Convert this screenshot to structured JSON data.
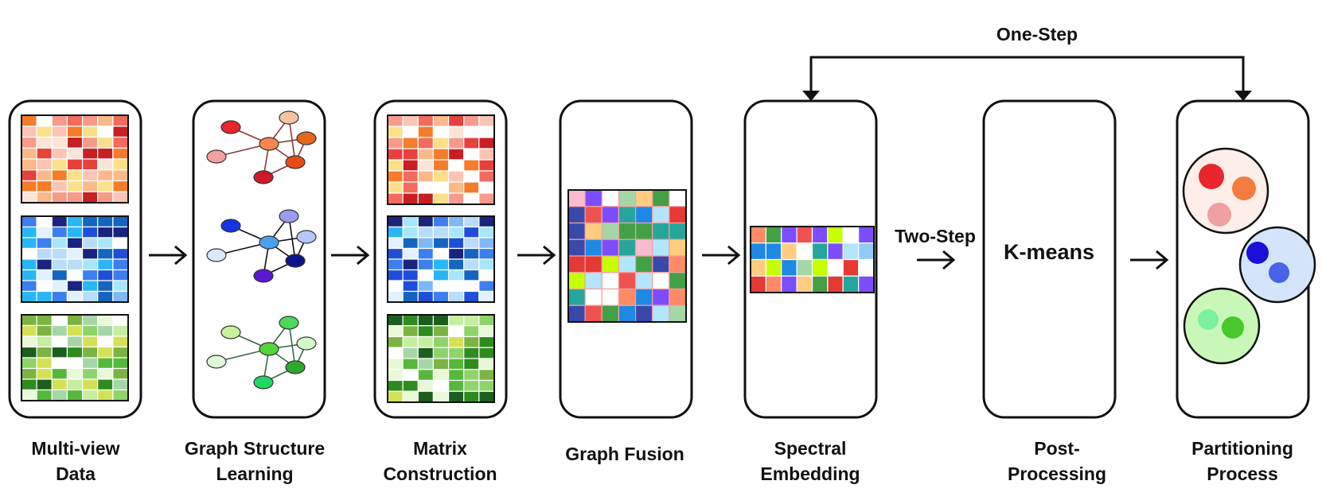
{
  "stages": [
    {
      "id": "multi-view-data",
      "lines": [
        "Multi-view",
        "Data"
      ]
    },
    {
      "id": "graph-structure-learning",
      "lines": [
        "Graph Structure",
        "Learning"
      ]
    },
    {
      "id": "matrix-construction",
      "lines": [
        "Matrix",
        "Construction"
      ]
    },
    {
      "id": "graph-fusion",
      "lines": [
        "Graph Fusion"
      ]
    },
    {
      "id": "spectral-embedding",
      "lines": [
        "Spectral",
        "Embedding"
      ]
    },
    {
      "id": "post-processing",
      "lines": [
        "Post-",
        "Processing"
      ]
    },
    {
      "id": "partitioning-process",
      "lines": [
        "Partitioning",
        "Process"
      ]
    }
  ],
  "one_step_label": "One-Step",
  "two_step_label": "Two-Step",
  "kmeans_label": "K-means",
  "palettes": {
    "red": [
      "#e8413c",
      "#f26b5e",
      "#f89a8a",
      "#fcc4b6",
      "#fde3d8",
      "#c81f24",
      "#f57c2b",
      "#fbb98a",
      "#fbe08c",
      "#ffffff"
    ],
    "blue": [
      "#1f4fd8",
      "#3d7ef0",
      "#7fb8f5",
      "#b9dcfa",
      "#e2f1fe",
      "#1565c0",
      "#29b6f6",
      "#a8e6fb",
      "#1a237e",
      "#ffffff"
    ],
    "green": [
      "#2e8b1f",
      "#56b83a",
      "#8fd46a",
      "#c6eea0",
      "#e8f8d8",
      "#1b5e20",
      "#7cb342",
      "#d4e157",
      "#a5d6a7",
      "#ffffff"
    ],
    "mixed": [
      "#e53935",
      "#f8bbd0",
      "#1e88e5",
      "#43a047",
      "#b3e5fc",
      "#c6ff00",
      "#ff8a65",
      "#3949ab",
      "#a5d6a7",
      "#ffcc80",
      "#ffffff",
      "#7c4dff",
      "#26a69a",
      "#ef5350",
      "#90caf9"
    ]
  },
  "node_colors": {
    "red": [
      "#e8262c",
      "#f5a0a0",
      "#f7864f",
      "#f8c4a0",
      "#e2681c",
      "#e84a16",
      "#d01828"
    ],
    "blue": [
      "#1634e0",
      "#dde6ff",
      "#4aa0f0",
      "#9b9bf2",
      "#b6c8f8",
      "#0c148c",
      "#5a18d0"
    ],
    "green": [
      "#c8f29a",
      "#e0f6d8",
      "#54d43a",
      "#4cd95c",
      "#d4f7c6",
      "#2ea82a",
      "#1ed862"
    ]
  },
  "clusters": [
    {
      "fill": "#fdeee9",
      "dots": [
        "#e8262c",
        "#f57c40",
        "#f0a0a0"
      ]
    },
    {
      "fill": "#d4e4fb",
      "dots": [
        "#1a10d8",
        "#4a62e8"
      ]
    },
    {
      "fill": "#c9f7b8",
      "dots": [
        "#7cf0a0",
        "#48c82c"
      ]
    }
  ],
  "colors": {
    "outline": "#111111",
    "arrow": "#111111"
  }
}
